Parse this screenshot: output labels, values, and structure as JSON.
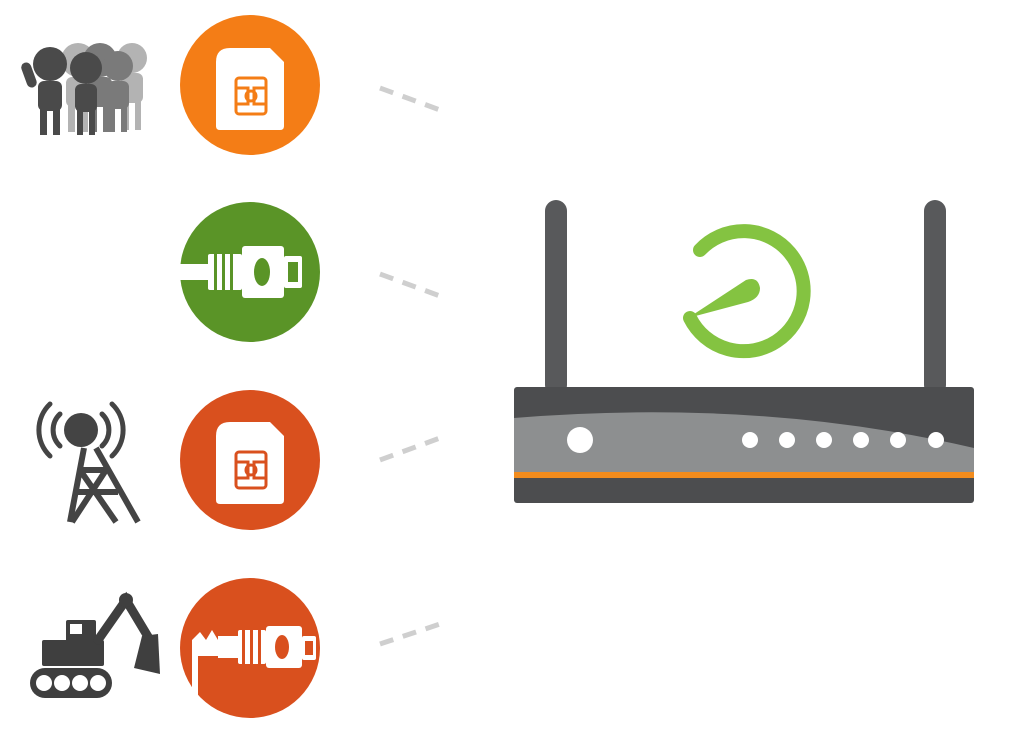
{
  "diagram": {
    "colors": {
      "sim_orange": "#F47D16",
      "ethernet_green": "#5A9427",
      "failure_red": "#D9501E",
      "connector_dash": "#CFCFCF",
      "icon_dark": "#444444",
      "crowd_mid": "#6E6E6E",
      "crowd_light": "#A8A8A8",
      "router_dark": "#4C4D4F",
      "router_light": "#8D8F90",
      "router_accent": "#F28C1E",
      "logo_green": "#84C341",
      "white": "#FFFFFF"
    },
    "links": [
      {
        "id": "sim-primary",
        "icon": "sim-card-icon",
        "cause_icon": "crowd-icon",
        "color": "sim_orange",
        "status": "active"
      },
      {
        "id": "ethernet-primary",
        "icon": "ethernet-plug-icon",
        "cause_icon": "",
        "color": "ethernet_green",
        "status": "active"
      },
      {
        "id": "sim-backup",
        "icon": "sim-card-icon",
        "cause_icon": "cell-tower-icon",
        "color": "failure_red",
        "status": "degraded"
      },
      {
        "id": "ethernet-broken",
        "icon": "broken-ethernet-icon",
        "cause_icon": "excavator-icon",
        "color": "failure_red",
        "status": "cut"
      }
    ],
    "router": {
      "icon": "router-icon",
      "logo_icon": "logo-swirl-icon",
      "antenna_count": 2,
      "indicator_count": 6
    }
  }
}
